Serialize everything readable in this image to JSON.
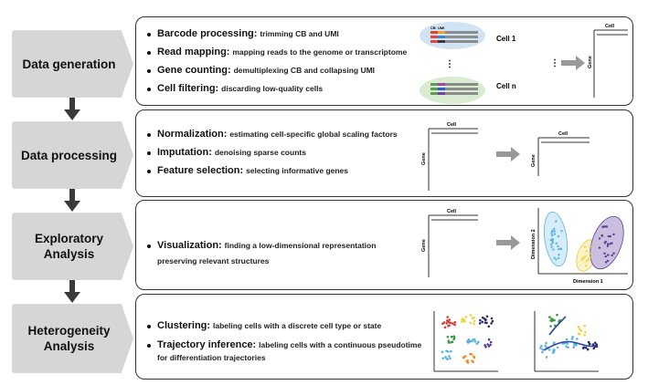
{
  "steps": [
    {
      "label": "Data generation",
      "items": [
        {
          "term": "Barcode processing:",
          "desc": "trimming CB and UMI"
        },
        {
          "term": "Read mapping:",
          "desc": "mapping reads to the genome or transcriptome"
        },
        {
          "term": "Gene counting:",
          "desc": "demultiplexing CB and collapsing UMI"
        },
        {
          "term": "Cell filtering:",
          "desc": "discarding low-quality cells"
        }
      ]
    },
    {
      "label": "Data processing",
      "items": [
        {
          "term": "Normalization:",
          "desc": "estimating cell-specific global scaling factors"
        },
        {
          "term": "Imputation:",
          "desc": "denoising sparse counts"
        },
        {
          "term": "Feature selection:",
          "desc": "selecting informative genes"
        }
      ]
    },
    {
      "label": "Exploratory Analysis",
      "items": [
        {
          "term": "Visualization:",
          "desc": "finding a low-dimensional representation",
          "desc_cont": "preserving relevant structures"
        }
      ]
    },
    {
      "label": "Heterogeneity Analysis",
      "items": [
        {
          "term": "Clustering:",
          "desc": "labeling cells with a discrete cell type or state"
        },
        {
          "term": "Trajectory inference:",
          "desc": "labeling cells with a continuous pseudotime",
          "desc_cont": "for differentiation trajectories"
        }
      ]
    }
  ],
  "graphics": {
    "read_tags": [
      "CB",
      "UMI"
    ],
    "cell_first": "Cell 1",
    "cell_last": "Cell n",
    "vertical_dots": "⋮",
    "matrix_cell": "Cell",
    "matrix_gene": "Gene",
    "dim1": "Dimension 1",
    "dim2": "Dimension 2"
  },
  "colors": {
    "label_fill": "#d6d6d6",
    "arrow_dark": "#3a3a3a",
    "arrow_gray": "#999999",
    "cluster_blue": "#5ab4e0",
    "cluster_yellow": "#f0d23c",
    "cluster_purple": "#5a3c8c",
    "cluster_red": "#d23c32",
    "cluster_green": "#3c9646",
    "cluster_orange": "#ef8c32"
  }
}
